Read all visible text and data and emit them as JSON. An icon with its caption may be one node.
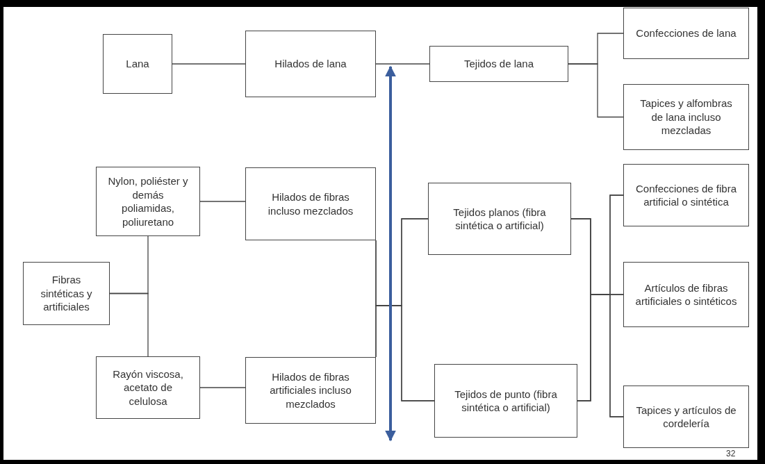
{
  "diagram": {
    "nodes": [
      {
        "text": [
          "Lana"
        ]
      },
      {
        "text": [
          "Hilados de lana"
        ]
      },
      {
        "text": [
          "Tejidos de lana"
        ]
      },
      {
        "text": [
          "Confecciones de lana"
        ]
      },
      {
        "text": [
          "Tapices y alfombras de lana incluso mezcladas"
        ]
      },
      {
        "text": [
          "Nylon, poliéster y demás poliamidas, poliuretano"
        ]
      },
      {
        "text": [
          "Hilados de fibras incluso mezclados"
        ]
      },
      {
        "text": [
          "Tejidos planos (fibra sintética o artificial)"
        ]
      },
      {
        "text": [
          "Confecciones de fibra artificial o sintética"
        ]
      },
      {
        "text": [
          "Fibras sintéticas y artificiales"
        ]
      },
      {
        "text": [
          "Artículos de fibras artificiales o sintéticos"
        ]
      },
      {
        "text": [
          "Rayón viscosa, acetato de celulosa"
        ]
      },
      {
        "text": [
          "Hilados de fibras artificiales incluso mezclados"
        ]
      },
      {
        "text": [
          "Tejidos de punto (fibra sintética o artificial)"
        ]
      },
      {
        "text": [
          "Tapices y artículos de cordelería"
        ]
      }
    ],
    "edges": [
      {
        "from": 0,
        "to": 1,
        "arrow": "none"
      },
      {
        "from": 1,
        "to": 2,
        "arrow": "none"
      },
      {
        "from": 2,
        "to": 3,
        "arrow": "none"
      },
      {
        "from": 2,
        "to": 4,
        "arrow": "none"
      },
      {
        "from": 9,
        "to": 5,
        "arrow": "none"
      },
      {
        "from": 9,
        "to": 11,
        "arrow": "none"
      },
      {
        "from": 5,
        "to": 6,
        "arrow": "none"
      },
      {
        "from": 11,
        "to": 12,
        "arrow": "none"
      },
      {
        "from": 6,
        "to": 7,
        "arrow": "none"
      },
      {
        "from": 6,
        "to": 13,
        "arrow": "none"
      },
      {
        "from": 12,
        "to": 7,
        "arrow": "none"
      },
      {
        "from": 12,
        "to": 13,
        "arrow": "none"
      },
      {
        "from": 7,
        "to": 8,
        "arrow": "none"
      },
      {
        "from": 7,
        "to": 10,
        "arrow": "none"
      },
      {
        "from": 7,
        "to": 14,
        "arrow": "none"
      },
      {
        "from": 13,
        "to": 8,
        "arrow": "none"
      },
      {
        "from": 13,
        "to": 10,
        "arrow": "none"
      },
      {
        "from": 13,
        "to": 14,
        "arrow": "none"
      }
    ],
    "labels": [
      "32"
    ]
  }
}
